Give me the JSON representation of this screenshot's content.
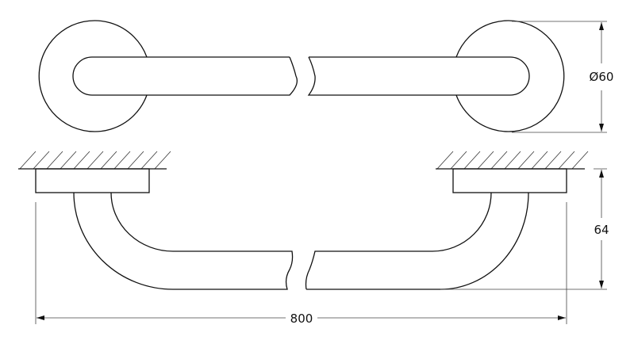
{
  "drawing": {
    "dimensions": {
      "diameter_label": "Ø60",
      "projection_label": "64",
      "length_label": "800"
    },
    "colors": {
      "line": "#111111",
      "background": "#ffffff"
    }
  }
}
